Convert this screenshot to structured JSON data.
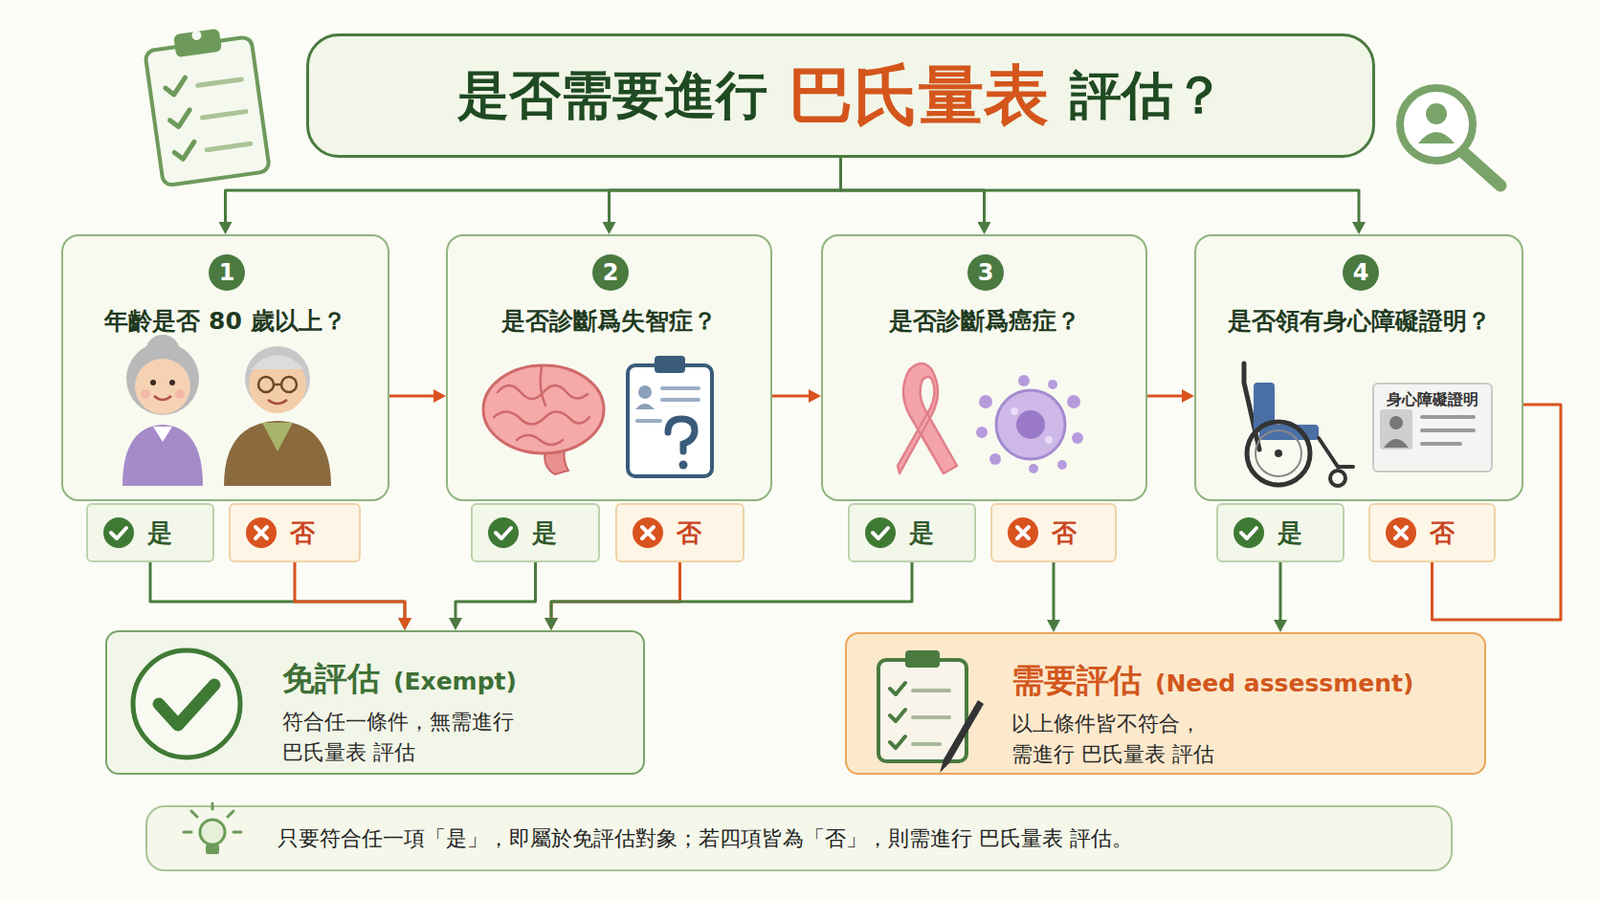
{
  "diagram": {
    "nodes": [
      {
        "text": [
          "是否需要進行",
          "巴氏量表",
          "評估？"
        ]
      },
      {
        "text": [
          "年齡是否 80 歲以上？"
        ]
      },
      {
        "text": [
          "1"
        ],
        "in": 1
      },
      {
        "text": [
          "是"
        ]
      },
      {
        "text": [
          "否"
        ]
      },
      {
        "text": [
          "是否診斷爲失智症？"
        ]
      },
      {
        "text": [
          "2"
        ],
        "in": 5
      },
      {
        "text": [
          "是"
        ]
      },
      {
        "text": [
          "否"
        ]
      },
      {
        "text": [
          "是否診斷爲癌症？"
        ]
      },
      {
        "text": [
          "3"
        ],
        "in": 9
      },
      {
        "text": [
          "是"
        ]
      },
      {
        "text": [
          "否"
        ]
      },
      {
        "text": [
          "是否領有身心障礙證明？"
        ]
      },
      {
        "text": [
          "4"
        ],
        "in": 13
      },
      {
        "text": [
          "是"
        ]
      },
      {
        "text": [
          "否"
        ]
      },
      {
        "text": [
          "身心障礙證明"
        ],
        "in": 13
      },
      {
        "text": [
          "免評估",
          "(Exempt)",
          "符合任一條件，無需進行 巴氏量表 評估"
        ]
      },
      {
        "text": [
          "需要評估",
          "(Need assessment)",
          "以上條件皆不符合， 需進行 巴氏量表 評估"
        ]
      },
      {
        "text": [
          "只要符合任一項「是」，即屬於免評估對象；若四項皆為「否」，則需進行 巴氏量表 評估。"
        ]
      }
    ],
    "edges": [
      {
        "from": 0,
        "to": 1,
        "arrow": "to"
      },
      {
        "from": 0,
        "to": 5,
        "arrow": "to"
      },
      {
        "from": 0,
        "to": 9,
        "arrow": "to"
      },
      {
        "from": 0,
        "to": 13,
        "arrow": "to"
      },
      {
        "from": 1,
        "to": 5,
        "arrow": "to"
      },
      {
        "from": 5,
        "to": 9,
        "arrow": "to"
      },
      {
        "from": 9,
        "to": 13,
        "arrow": "to"
      },
      {
        "from": 3,
        "to": 18,
        "arrow": "to"
      },
      {
        "from": 4,
        "to": 18,
        "arrow": "to"
      },
      {
        "from": 7,
        "to": 18,
        "arrow": "to"
      },
      {
        "from": 8,
        "to": 18,
        "arrow": "to"
      },
      {
        "from": 11,
        "to": 18,
        "arrow": "to"
      },
      {
        "from": 12,
        "to": 19,
        "arrow": "to"
      },
      {
        "from": 15,
        "to": 19,
        "arrow": "to"
      },
      {
        "from": 13,
        "to": 16,
        "arrow": "none"
      }
    ]
  }
}
